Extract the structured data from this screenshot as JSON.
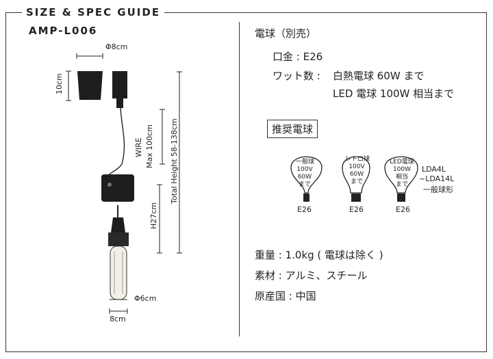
{
  "header": {
    "title": "SIZE & SPEC GUIDE",
    "model": "AMP-L006"
  },
  "dims": {
    "shade_diameter": "Φ8cm",
    "shade_height": "10cm",
    "wire": "WIRE",
    "wire_max": "Max 100cm",
    "total_height": "Total Height 58-138cm",
    "pendant_height": "H27cm",
    "bottom_diameter": "Φ6cm",
    "bottom_width": "8cm"
  },
  "spec": {
    "bulb_heading": "電球（別売）",
    "socket": "口金 : E26",
    "wattage_label": "ワット数 :",
    "wattage_incandescent": "白熱電球 60W まで",
    "wattage_led": "LED 電球 100W 相当まで",
    "recommended": "推奨電球",
    "weight": "重量 : 1.0kg ( 電球は除く )",
    "material": "素材 : アルミ、スチール",
    "origin": "原産国 : 中国"
  },
  "bulbs": [
    {
      "lines": [
        "一般球",
        "100V",
        "60W",
        "まで"
      ],
      "base": "E26"
    },
    {
      "lines": [
        "レトロ球",
        "100V",
        "60W",
        "まで"
      ],
      "base": "E26"
    },
    {
      "lines": [
        "LED電球",
        "100W",
        "相当",
        "まで"
      ],
      "base": "E26"
    }
  ],
  "bulb_note": {
    "line1": "LDA4L",
    "line2": "~LDA14L",
    "line3": "一般球形"
  }
}
